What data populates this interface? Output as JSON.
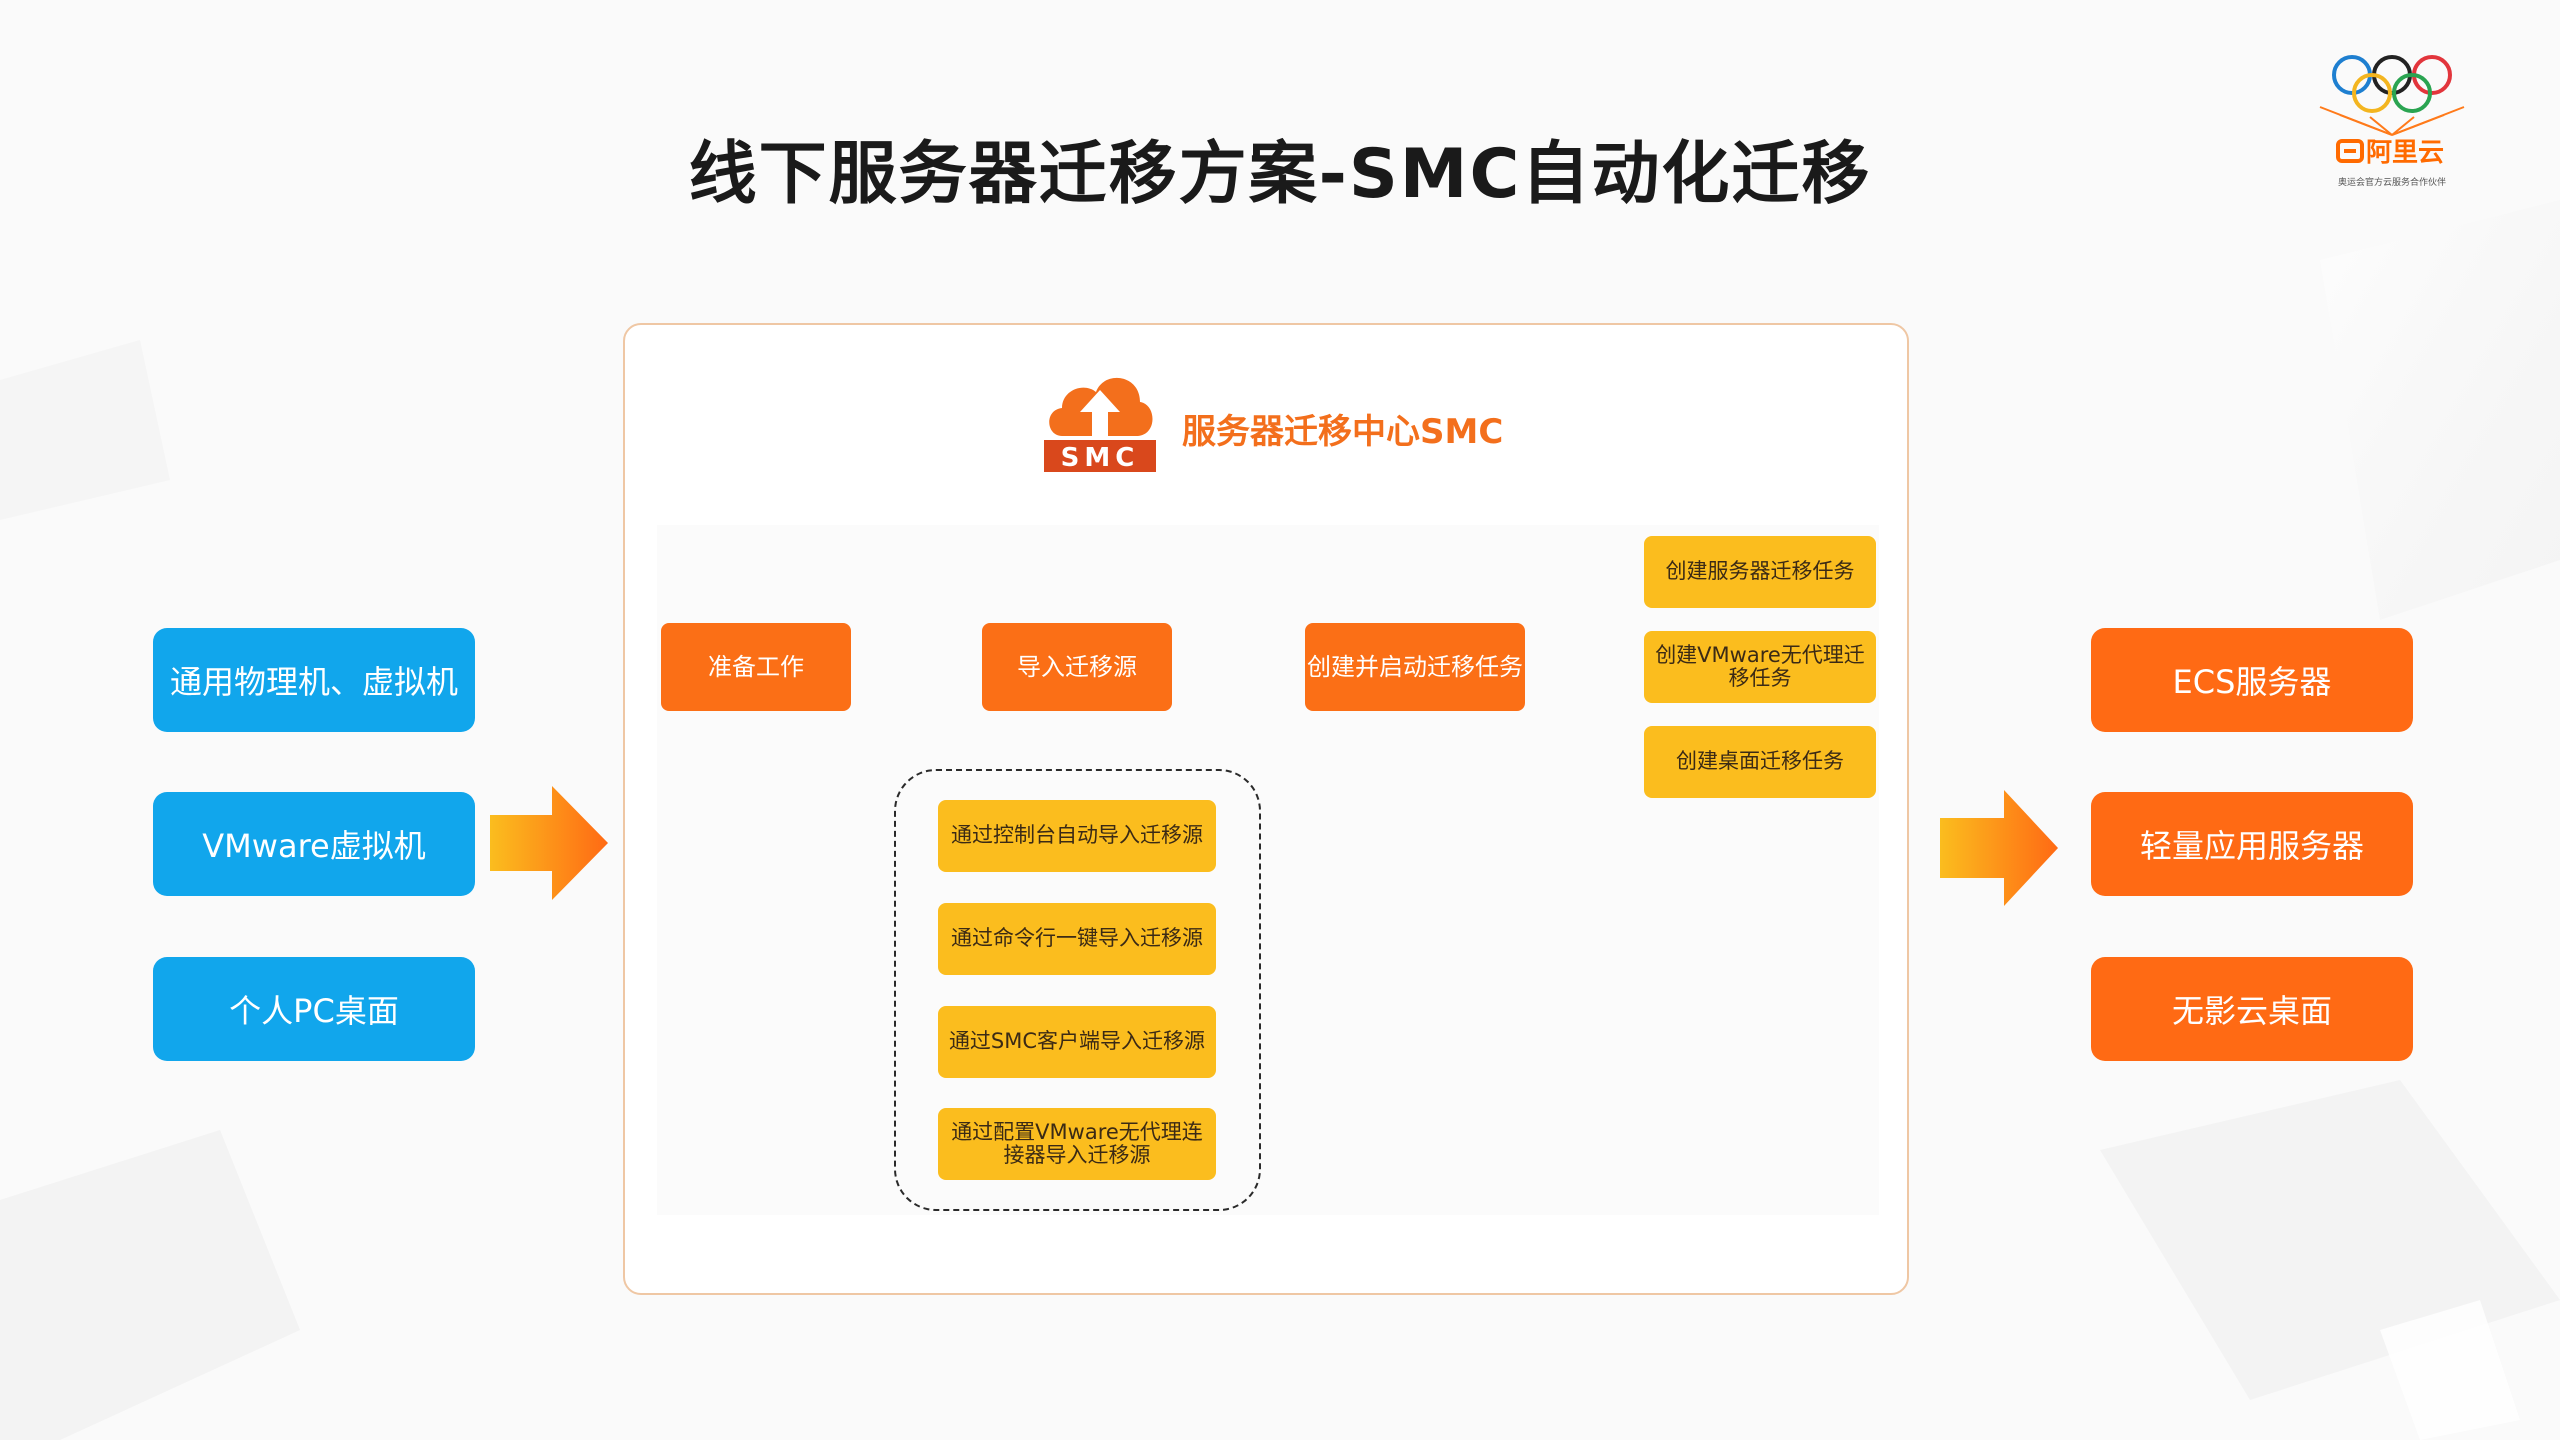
{
  "title": "线下服务器迁移方案-SMC自动化迁移",
  "logo": {
    "text": "阿里云",
    "tagline": "奥运会官方云服务合作伙伴"
  },
  "smc": {
    "badge": "SMC",
    "heading": "服务器迁移中心SMC"
  },
  "sources": [
    "通用物理机、虚拟机",
    "VMware虚拟机",
    "个人PC桌面"
  ],
  "targets": [
    "ECS服务器",
    "轻量应用服务器",
    "无影云桌面"
  ],
  "flow": {
    "steps": [
      "准备工作",
      "导入迁移源",
      "创建并启动迁移任务"
    ],
    "import_methods": [
      "通过控制台自动导入迁移源",
      "通过命令行一键导入迁移源",
      "通过SMC客户端导入迁移源",
      "通过配置VMware无代理连接器导入迁移源"
    ],
    "task_types": [
      "创建服务器迁移任务",
      "创建VMware无代理迁移任务",
      "创建桌面迁移任务"
    ]
  },
  "colors": {
    "blue": "#11a6ec",
    "orange": "#ff6a14",
    "yellow": "#fbbd1e",
    "accent_text": "#f36f1c"
  }
}
